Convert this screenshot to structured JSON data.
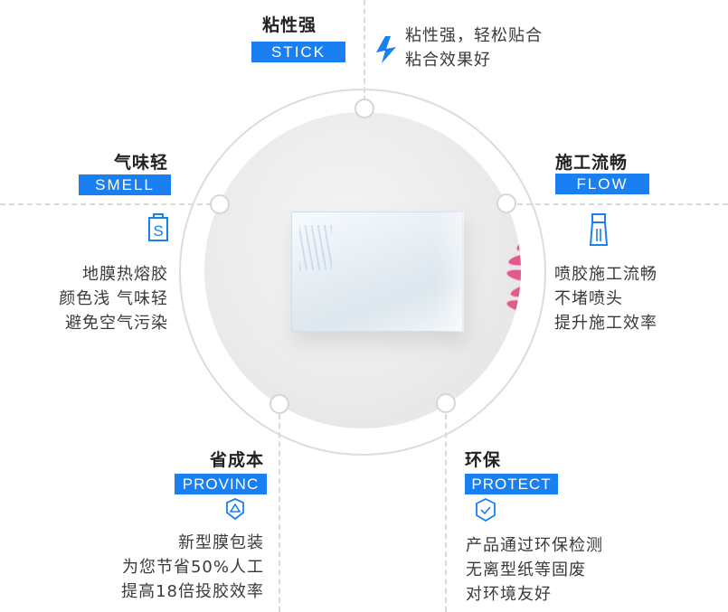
{
  "accent_color": "#1a7ff0",
  "features": {
    "stick": {
      "title": "粘性强",
      "badge": "STICK",
      "icon": "lightning-icon",
      "lines": [
        "粘性强，轻松贴合",
        "粘合效果好"
      ]
    },
    "smell": {
      "title": "气味轻",
      "badge": "SMELL",
      "icon": "battery-s-icon",
      "lines": [
        "地膜热熔胶",
        "颜色浅 气味轻",
        "避免空气污染"
      ]
    },
    "flow": {
      "title": "施工流畅",
      "badge": "FLOW",
      "icon": "spray-bottle-icon",
      "lines": [
        "喷胶施工流畅",
        "不堵喷头",
        "提升施工效率"
      ]
    },
    "provinc": {
      "title": "省成本",
      "badge": "PROVINC",
      "icon": "shield-triangle-icon",
      "lines": [
        "新型膜包装",
        "为您节省50%人工",
        "提高18倍投胶效率"
      ]
    },
    "protect": {
      "title": "环保",
      "badge": "PROTECT",
      "icon": "shield-check-icon",
      "lines": [
        "产品通过环保检测",
        "无离型纸等固废",
        "对环境友好"
      ]
    }
  },
  "center_image": {
    "subject": "transparent hot-melt glue block with pink flower"
  }
}
